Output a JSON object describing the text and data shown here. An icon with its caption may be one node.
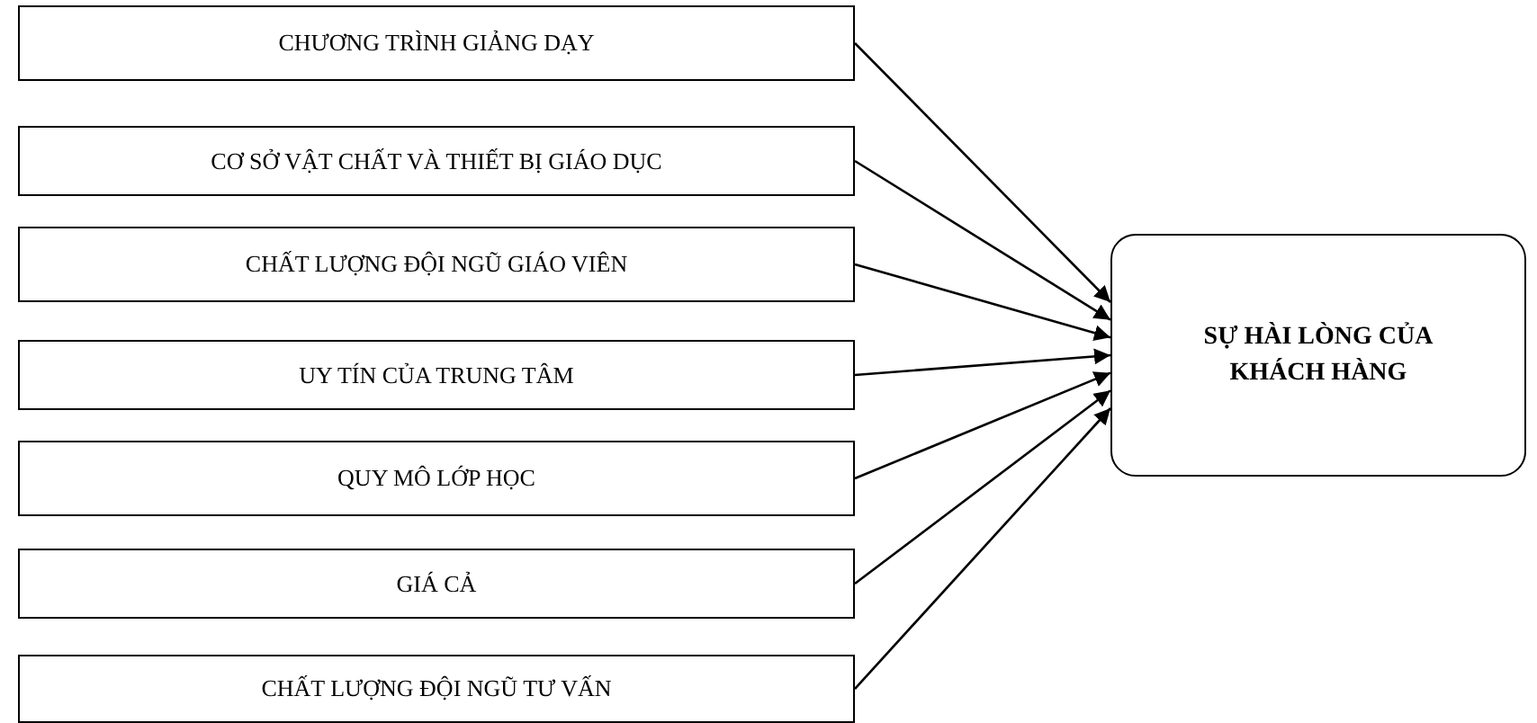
{
  "diagram": {
    "nodes": [
      {
        "text": [
          "CHƯƠNG TRÌNH GIẢNG DẠY"
        ]
      },
      {
        "text": [
          "CƠ SỞ VẬT CHẤT VÀ THIẾT BỊ GIÁO DỤC"
        ]
      },
      {
        "text": [
          "CHẤT LƯỢNG ĐỘI NGŨ GIÁO VIÊN"
        ]
      },
      {
        "text": [
          "UY TÍN CỦA TRUNG TÂM"
        ]
      },
      {
        "text": [
          "QUY MÔ LỚP HỌC"
        ]
      },
      {
        "text": [
          "GIÁ CẢ"
        ]
      },
      {
        "text": [
          "CHẤT LƯỢNG ĐỘI NGŨ TƯ VẤN"
        ]
      },
      {
        "text": [
          "SỰ HÀI LÒNG CỦA KHÁCH HÀNG"
        ]
      }
    ],
    "edges": [
      {
        "from": 0,
        "to": 7,
        "arrow": "to"
      },
      {
        "from": 1,
        "to": 7,
        "arrow": "to"
      },
      {
        "from": 2,
        "to": 7,
        "arrow": "to"
      },
      {
        "from": 3,
        "to": 7,
        "arrow": "to"
      },
      {
        "from": 4,
        "to": 7,
        "arrow": "to"
      },
      {
        "from": 5,
        "to": 7,
        "arrow": "to"
      },
      {
        "from": 6,
        "to": 7,
        "arrow": "to"
      }
    ]
  }
}
